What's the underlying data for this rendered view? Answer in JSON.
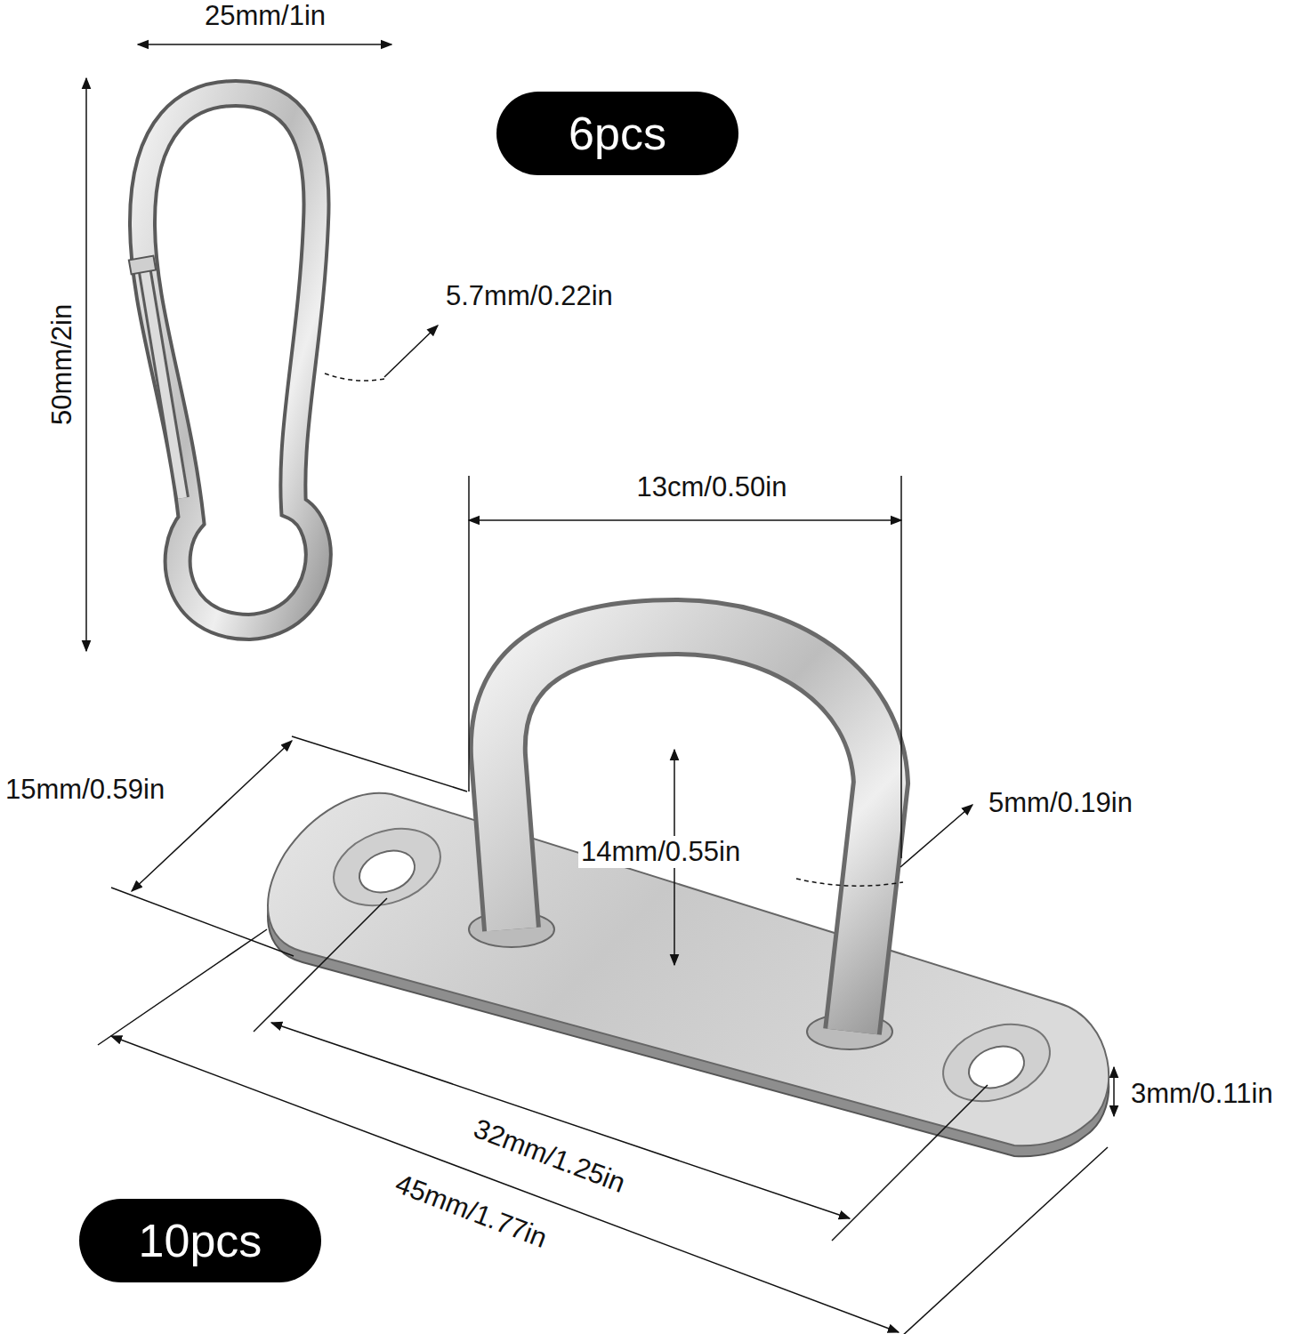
{
  "diagram": {
    "nodes": [
      {
        "text": [
          "6pcs"
        ]
      },
      {
        "text": [
          "10pcs"
        ]
      }
    ],
    "labels": [
      "25mm/1in",
      "50mm/2in",
      "5.7mm/0.22in",
      "13cm/0.50in",
      "15mm/0.59in",
      "5mm/0.19in",
      "14mm/0.55in",
      "3mm/0.11in",
      "32mm/1.25in",
      "45mm/1.77in"
    ]
  }
}
